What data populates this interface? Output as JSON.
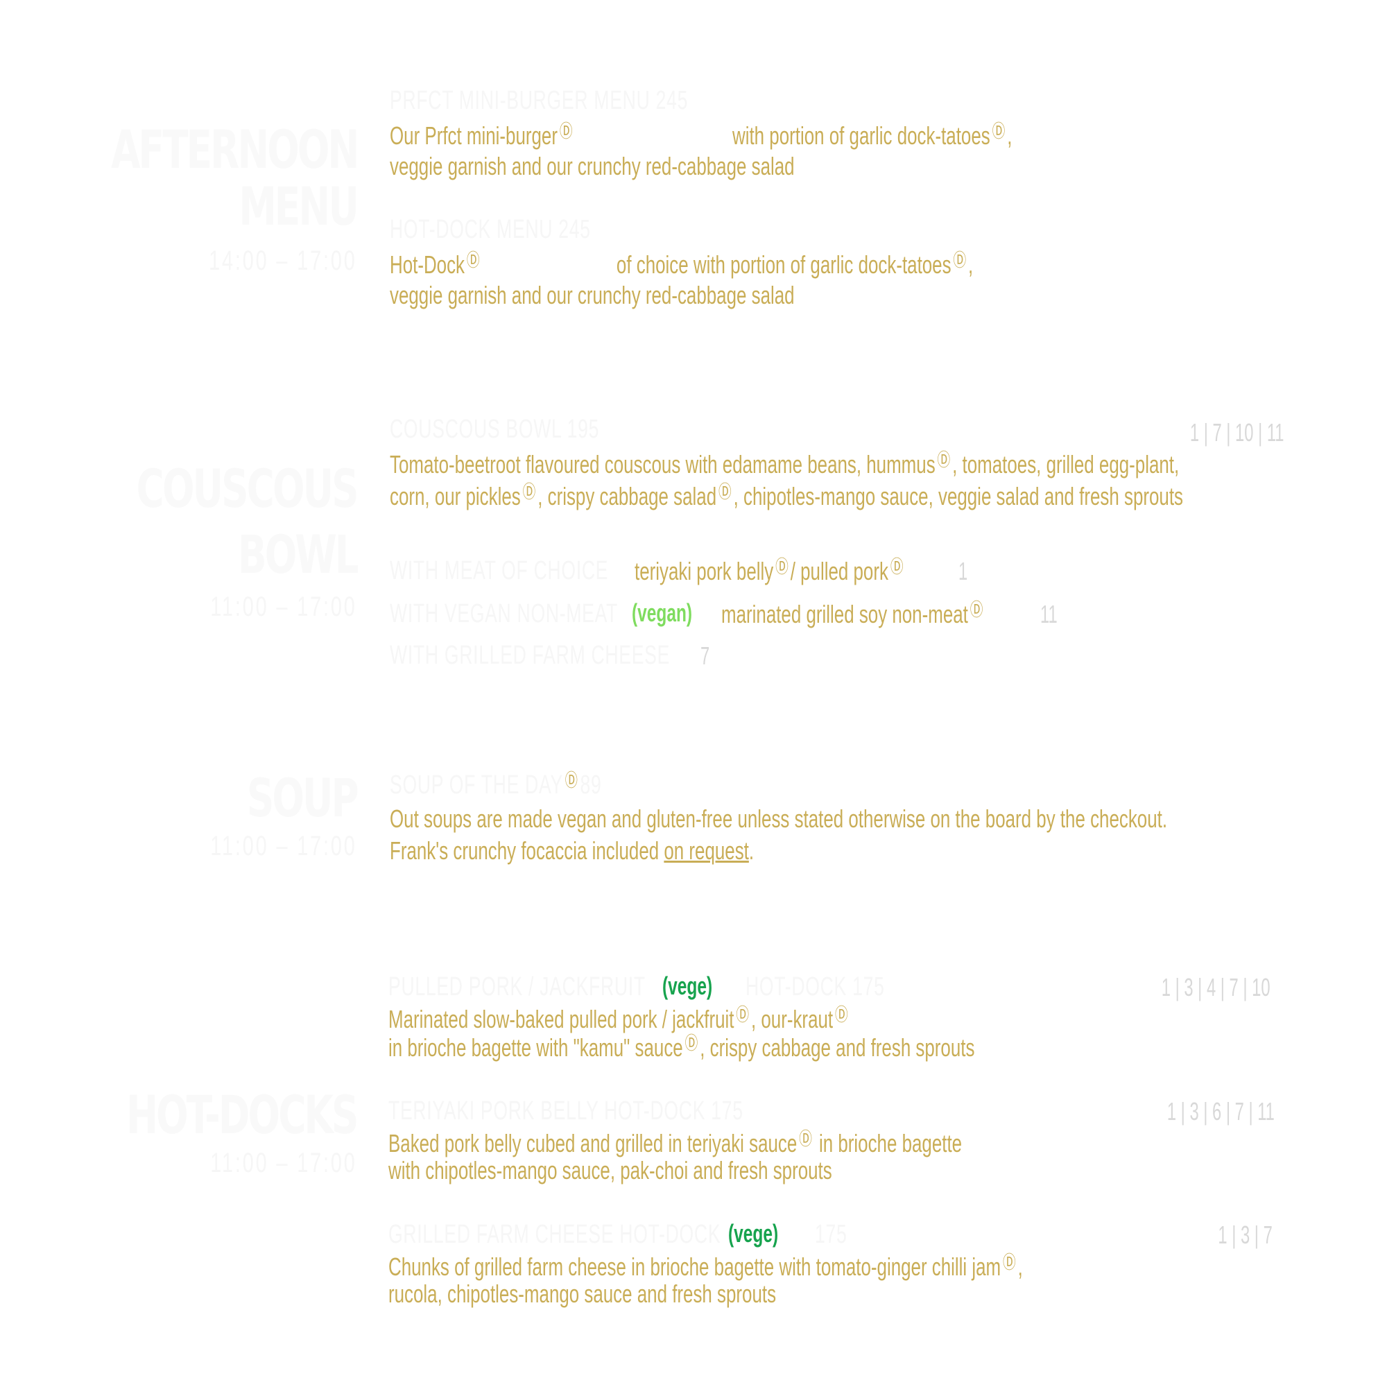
{
  "icons": {
    "info": "circled-d-icon",
    "glyph": "Ⓓ"
  },
  "sections": {
    "afternoon": {
      "title1": "AFTERNOON",
      "title2": "MENU",
      "subtitle": "14:00 – 17:00",
      "item1": {
        "heading": "PRFCT MINI-BURGER MENU 245",
        "line1a": "Our Prfct mini-burger",
        "line1b": "with portion of garlic dock-tatoes",
        "line1c": ",",
        "line2": "veggie garnish and our crunchy red-cabbage salad"
      },
      "item2": {
        "heading": "HOT-DOCK MENU 245",
        "line1a": "Hot-Dock",
        "line1b": "of choice with portion of garlic dock-tatoes",
        "line1c": ",",
        "line2": "veggie garnish and our crunchy red-cabbage salad"
      }
    },
    "couscous": {
      "title1": "COUSCOUS",
      "title2": "BOWL",
      "subtitle": "11:00 – 17:00",
      "heading": "COUSCOUS BOWL 195",
      "allergens": "1 | 7 | 10 | 11",
      "line1a": "Tomato-beetroot flavoured couscous with edamame beans, hummus",
      "line1b": ", tomatoes, grilled egg-plant,",
      "line2a": "corn, our pickles",
      "line2b": ", crispy cabbage salad",
      "line2c": ", chipotles-mango sauce, veggie salad and fresh sprouts",
      "opt1": {
        "label": "WITH MEAT OF CHOICE",
        "text": "teriyaki pork belly",
        "text2": "/ pulled pork",
        "num": "1"
      },
      "opt2": {
        "label": "WITH VEGAN NON-MEAT",
        "tag": "(vegan)",
        "text": "marinated grilled soy non-meat",
        "num": "11"
      },
      "opt3": {
        "label": "WITH GRILLED FARM CHEESE",
        "num": "7"
      }
    },
    "soup": {
      "title1": "SOUP",
      "subtitle": "11:00 – 17:00",
      "heading": "SOUP OF THE DAY",
      "heading2": "89",
      "line1": "Out soups are made vegan and gluten-free unless stated otherwise on the board by the checkout.",
      "line2a": "Frank's crunchy focaccia included ",
      "line2b": "on request",
      "line2c": "."
    },
    "hotdocks": {
      "title1": "HOT-DOCKS",
      "subtitle": "11:00 – 17:00",
      "item1": {
        "heading": "PULLED PORK / JACKFRUIT",
        "tag": "(vege)",
        "heading2": "HOT-DOCK 175",
        "allergens": "1 | 3 | 4 | 7 | 10",
        "line1a": "Marinated slow-baked pulled pork / jackfruit",
        "line1b": ", our-kraut",
        "line2a": "in brioche bagette with \"kamu\" sauce",
        "line2b": ", crispy cabbage and fresh sprouts"
      },
      "item2": {
        "heading": "TERIYAKI PORK BELLY HOT-DOCK 175",
        "allergens": "1 | 3 | 6 | 7 | 11",
        "line1a": "Baked pork belly cubed and grilled in teriyaki sauce",
        "line1b": " in brioche bagette",
        "line2": "with chipotles-mango sauce, pak-choi and fresh sprouts"
      },
      "item3": {
        "heading": "GRILLED FARM CHEESE HOT-DOCK",
        "tag": "(vege)",
        "heading2": "175",
        "allergens": "1 | 3 | 7",
        "line1a": "Chunks of grilled farm cheese in brioche bagette with tomato-ginger chilli jam",
        "line1b": ",",
        "line2": "rucola, chipotles-mango sauce and fresh sprouts"
      }
    }
  },
  "colors": {
    "body_text": "#c9ad56",
    "faint_text": "#f6f6f6",
    "allergen_text": "#d8d8d8",
    "vegan_tag": "#7fdc5f",
    "vege_tag": "#17a34e"
  }
}
